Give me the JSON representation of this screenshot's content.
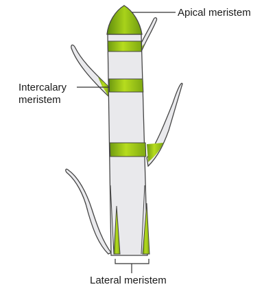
{
  "labels": {
    "apical": "Apical meristem",
    "intercalary_line1": "Intercalary",
    "intercalary_line2": "meristem",
    "lateral": "Lateral meristem"
  },
  "colors": {
    "meristem_green": "#a8d21a",
    "meristem_green_dark": "#6e9a10",
    "stem_fill": "#e9e9ec",
    "outline": "#444444"
  }
}
